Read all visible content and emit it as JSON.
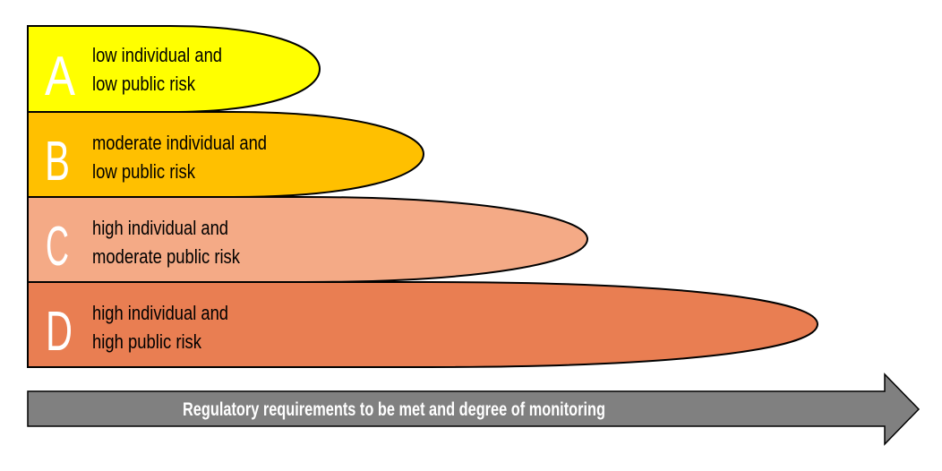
{
  "colors": {
    "A": "#ffff00",
    "B": "#ffc000",
    "C": "#f4aa86",
    "D": "#e97e52",
    "arrow": "#808080"
  },
  "levels": [
    {
      "letter": "A",
      "line1": "low individual and",
      "line2": "low public risk"
    },
    {
      "letter": "B",
      "line1": "moderate individual and",
      "line2": "low public risk"
    },
    {
      "letter": "C",
      "line1": "high individual and",
      "line2": "moderate public risk"
    },
    {
      "letter": "D",
      "line1": "high individual and",
      "line2": "high public risk"
    }
  ],
  "arrow": {
    "label": "Regulatory requirements to be met and degree of monitoring"
  }
}
